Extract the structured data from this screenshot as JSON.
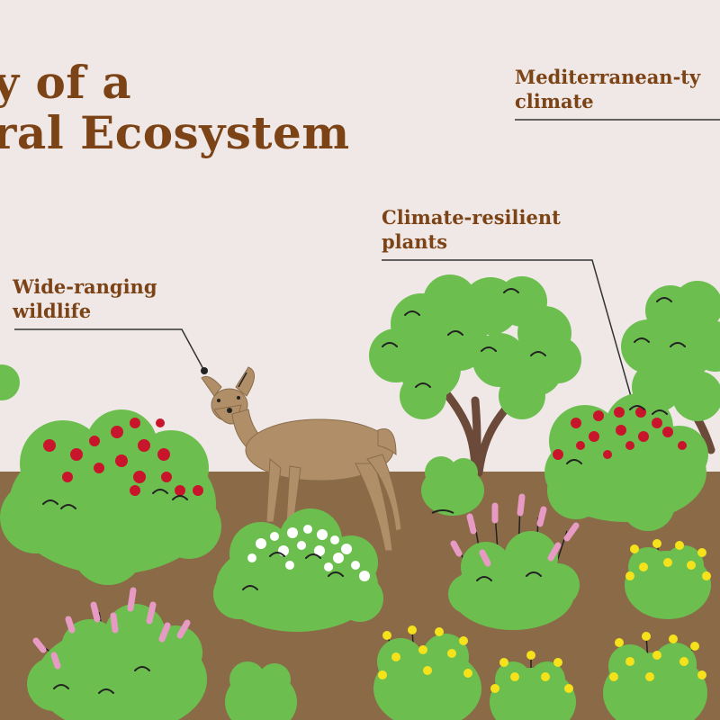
{
  "title": {
    "line1": "y of a",
    "line2": "ral Ecosystem"
  },
  "callouts": {
    "climate": {
      "line1": "Mediterranean-ty",
      "line2": "climate"
    },
    "plants": {
      "line1": "Climate-resilient",
      "line2": "plants"
    },
    "wildlife": {
      "line1": "Wide-ranging",
      "line2": "wildlife"
    }
  },
  "colors": {
    "sky": "#efe8e6",
    "ground": "#8b6a47",
    "foliage": "#6cbf4f",
    "trunk": "#6b4a3a",
    "deer": "#b08f68",
    "text": "#7c4416",
    "red_flower": "#c8152c",
    "white_flower": "#ffffff",
    "pink_flower": "#e79ac4",
    "yellow_flower": "#f6e21a"
  }
}
